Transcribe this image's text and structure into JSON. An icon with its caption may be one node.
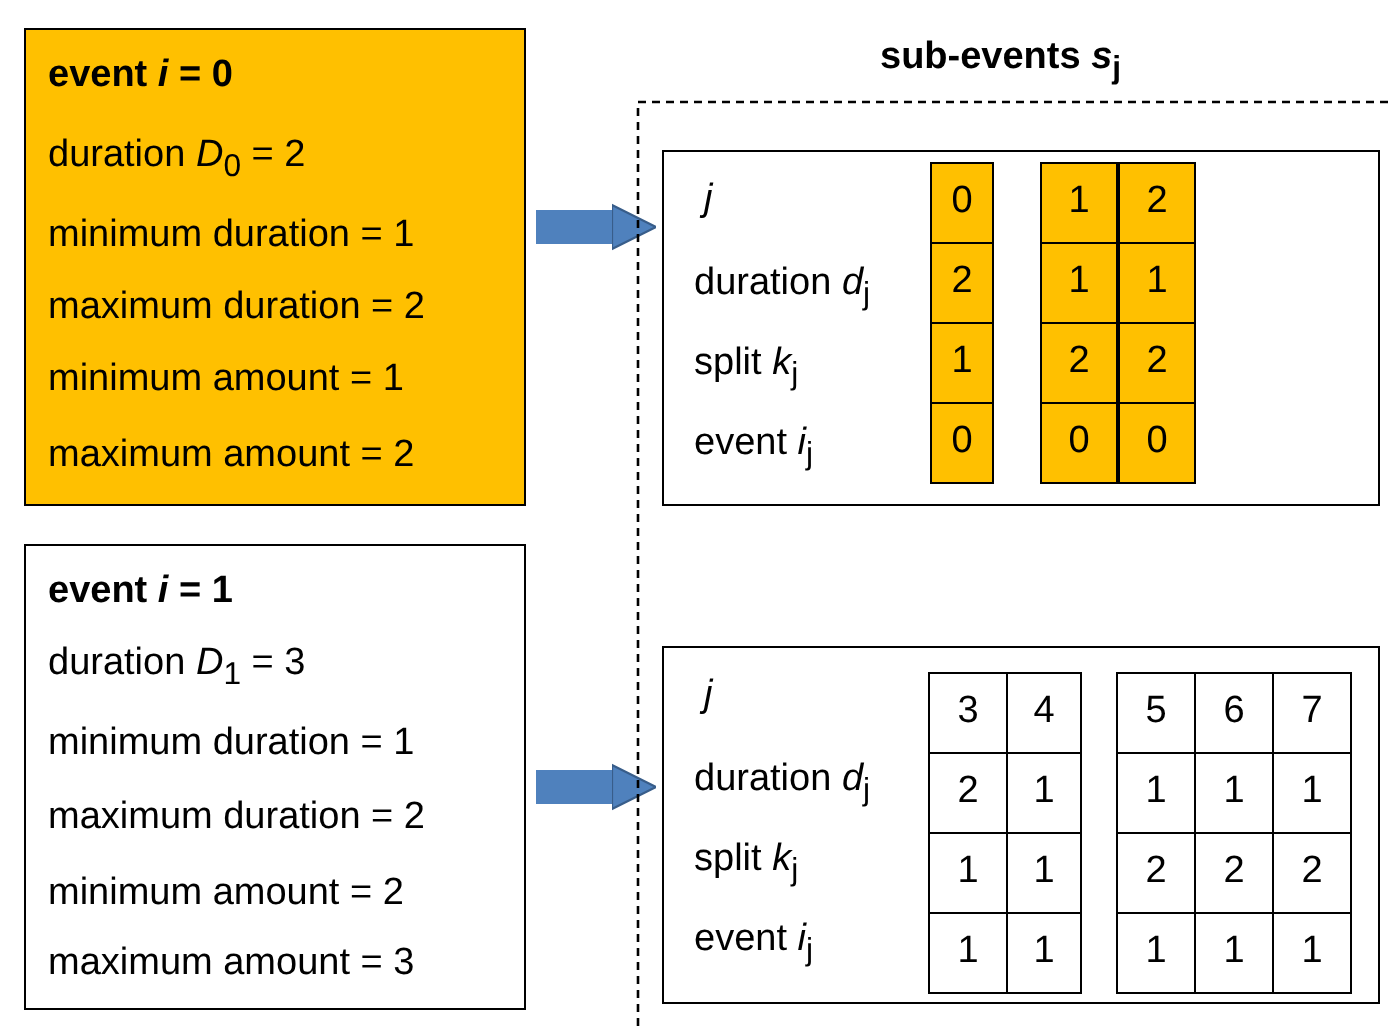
{
  "diagram": {
    "nodes": [
      {
        "text": [
          "event *i* = 0",
          "duration *D*$_{0}$ = 2",
          "minimum duration = 1",
          "maximum duration = 2",
          "minimum amount = 1",
          "maximum amount = 2"
        ]
      },
      {
        "text": [
          "event *i* = 1",
          "duration *D*$_{1}$ = 3",
          "minimum duration = 1",
          "maximum duration = 2",
          "minimum amount = 2",
          "maximum amount = 3"
        ]
      },
      {
        "text": [
          "sub-events *s*$_{j}$"
        ]
      },
      {
        "text": [
          "*j*",
          "duration *d*$_{j}$",
          "split *k*$_{j}$",
          "event *i*$_{j}$"
        ],
        "in": 2
      },
      {
        "text": [
          "*j*",
          "duration *d*$_{j}$",
          "split *k*$_{j}$",
          "event *i*$_{j}$"
        ],
        "in": 2
      }
    ],
    "edges": [
      {
        "from": 0,
        "to": 3,
        "arrow": "to"
      },
      {
        "from": 1,
        "to": 4,
        "arrow": "to"
      }
    ],
    "labels": [
      "0",
      "1",
      "2",
      "2",
      "1",
      "1",
      "1",
      "2",
      "2",
      "0",
      "0",
      "0",
      "3",
      "4",
      "5",
      "6",
      "7",
      "2",
      "1",
      "1",
      "1",
      "1",
      "1",
      "1",
      "2",
      "2",
      "2",
      "1",
      "1",
      "1",
      "1",
      "1"
    ]
  }
}
